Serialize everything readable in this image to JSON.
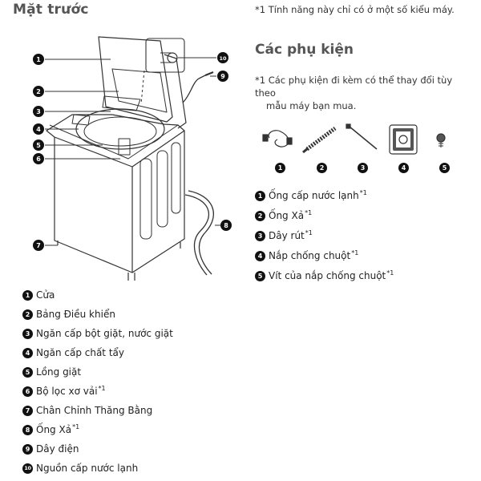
{
  "headings": {
    "front": "Mặt trước",
    "accessories": "Các phụ kiện"
  },
  "notes": {
    "footnote1": "*1 Tính năng này chỉ có ở một số kiểu máy.",
    "accessories_note_line1": "*1 Các phụ kiện đi kèm có thể thay đổi tùy theo",
    "accessories_note_line2": "mẫu máy bạn mua."
  },
  "callouts": [
    "1",
    "2",
    "3",
    "4",
    "5",
    "6",
    "7",
    "8",
    "9",
    "10"
  ],
  "front_parts": [
    {
      "num": "1",
      "label": "Cửa",
      "sup": ""
    },
    {
      "num": "2",
      "label": "Bảng Điều khiển",
      "sup": ""
    },
    {
      "num": "3",
      "label": "Ngăn cấp bột giặt, nước giặt",
      "sup": ""
    },
    {
      "num": "4",
      "label": "Ngăn cấp chất tẩy",
      "sup": ""
    },
    {
      "num": "5",
      "label": "Lồng giặt",
      "sup": ""
    },
    {
      "num": "6",
      "label": "Bộ lọc xơ vải",
      "sup": "*1"
    },
    {
      "num": "7",
      "label": "Chân Chỉnh Thăng Bằng",
      "sup": ""
    },
    {
      "num": "8",
      "label": "Ống Xả",
      "sup": "*1"
    },
    {
      "num": "9",
      "label": "Dây điện",
      "sup": ""
    },
    {
      "num": "10",
      "label": "Nguồn cấp nước lạnh",
      "sup": ""
    }
  ],
  "accessories": [
    {
      "num": "1",
      "label": "Ống cấp nước lạnh",
      "sup": "*1"
    },
    {
      "num": "2",
      "label": "Ống Xả",
      "sup": "*1"
    },
    {
      "num": "3",
      "label": "Dây rút",
      "sup": "*1"
    },
    {
      "num": "4",
      "label": "Nắp chống chuột",
      "sup": "*1"
    },
    {
      "num": "5",
      "label": "Vít của nắp chống chuột",
      "sup": "*1"
    }
  ],
  "colors": {
    "badge": "#111111",
    "line": "#333333",
    "heading": "#555555"
  }
}
